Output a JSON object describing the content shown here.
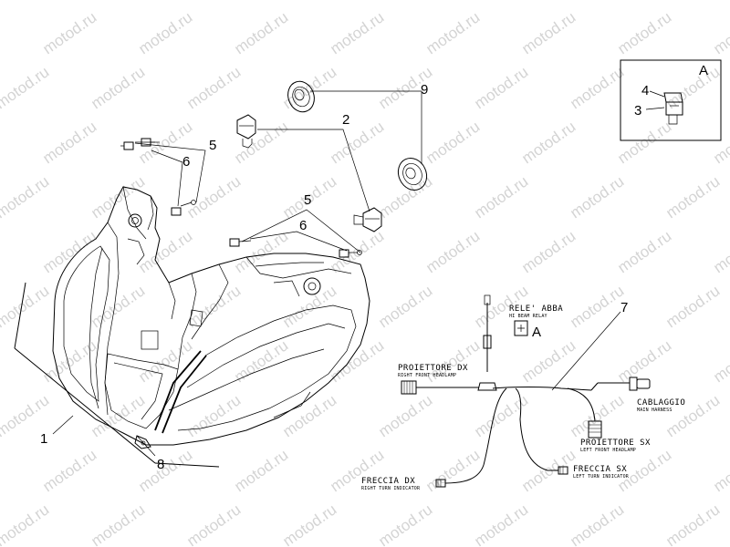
{
  "watermark": "motod.ru",
  "callouts": {
    "c1": "1",
    "c2": "2",
    "c3": "3",
    "c4": "4",
    "c5a": "5",
    "c5b": "5",
    "c6a": "6",
    "c6b": "6",
    "c7": "7",
    "c8": "8",
    "c9": "9"
  },
  "inset": {
    "letter": "A"
  },
  "relay": {
    "name": "RELE' ABBA",
    "subtitle": "HI BEAM RELAY",
    "letter": "A"
  },
  "harness": {
    "right_headlamp": {
      "name": "PROIETTORE DX",
      "subtitle": "RIGHT FRONT HEADLAMP"
    },
    "main_harness": {
      "name": "CABLAGGIO",
      "subtitle": "MAIN HARNESS"
    },
    "left_headlamp": {
      "name": "PROIETTORE SX",
      "subtitle": "LEFT FRONT HEADLAMP"
    },
    "right_turn": {
      "name": "FRECCIA DX",
      "subtitle": "RIGHT TURN INDICATOR"
    },
    "left_turn": {
      "name": "FRECCIA SX",
      "subtitle": "LEFT TURN INDICATOR"
    }
  }
}
